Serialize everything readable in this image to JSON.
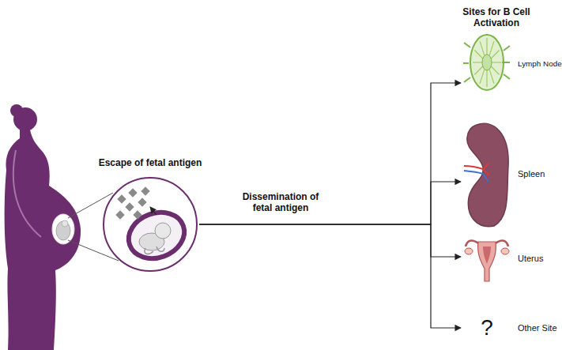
{
  "diagram": {
    "title": "Sites for B Cell Activation",
    "nodes": [
      {
        "text": [
          "Escape of fetal antigen"
        ]
      },
      {
        "text": [
          "Lymph Node"
        ]
      },
      {
        "text": [
          "Spleen"
        ]
      },
      {
        "text": [
          "Uterus"
        ]
      },
      {
        "text": [
          "?",
          "Other Site"
        ]
      }
    ],
    "edges": [
      {
        "from": 0,
        "to": 1,
        "arrow": "to"
      },
      {
        "from": 0,
        "to": 2,
        "arrow": "to"
      },
      {
        "from": 0,
        "to": 3,
        "arrow": "to"
      },
      {
        "from": 0,
        "to": 4,
        "arrow": "to"
      }
    ],
    "labels": [
      "Dissemination of fetal antigen"
    ]
  }
}
